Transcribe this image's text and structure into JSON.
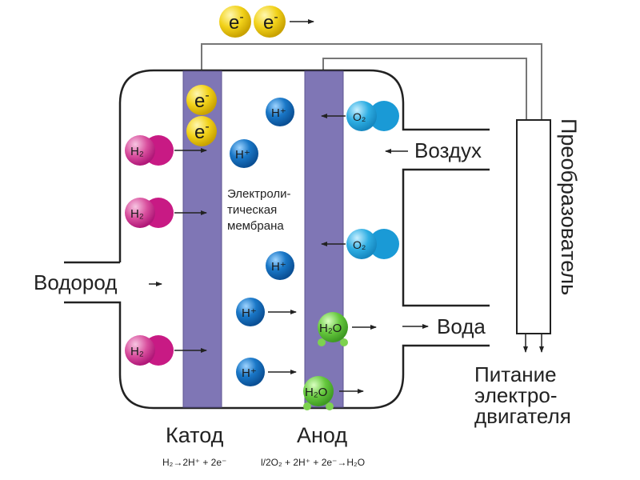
{
  "labels": {
    "hydrogen_inlet": "Водород",
    "air_inlet": "Воздух",
    "water_outlet": "Вода",
    "converter": "Преобразователь",
    "membrane_line1": "Электроли-",
    "membrane_line2": "тическая",
    "membrane_line3": "мембрана",
    "cathode": "Катод",
    "anode": "Анод",
    "motor_line1": "Питание",
    "motor_line2": "электро-",
    "motor_line3": "двигателя"
  },
  "reactions": {
    "cathode": "H₂→2H⁺ + 2e⁻",
    "anode": "l/2O₂ + 2H⁺ + 2e⁻→H₂O"
  },
  "particles": {
    "electron": "e⁻",
    "electron_base": "e",
    "electron_sup": "-",
    "hydrogen_molecule": "H₂",
    "hydrogen_ion": "H⁺",
    "oxygen_molecule": "O₂",
    "water": "H₂O"
  },
  "colors": {
    "electrode": "#7f76b5",
    "electron": "#f2d21a",
    "hydrogen_molecule": "#d1248a",
    "hydrogen_ion": "#1a6fc0",
    "oxygen": "#1aa0dc",
    "water": "#5fc53a",
    "line": "#222222",
    "wire": "#777777"
  }
}
